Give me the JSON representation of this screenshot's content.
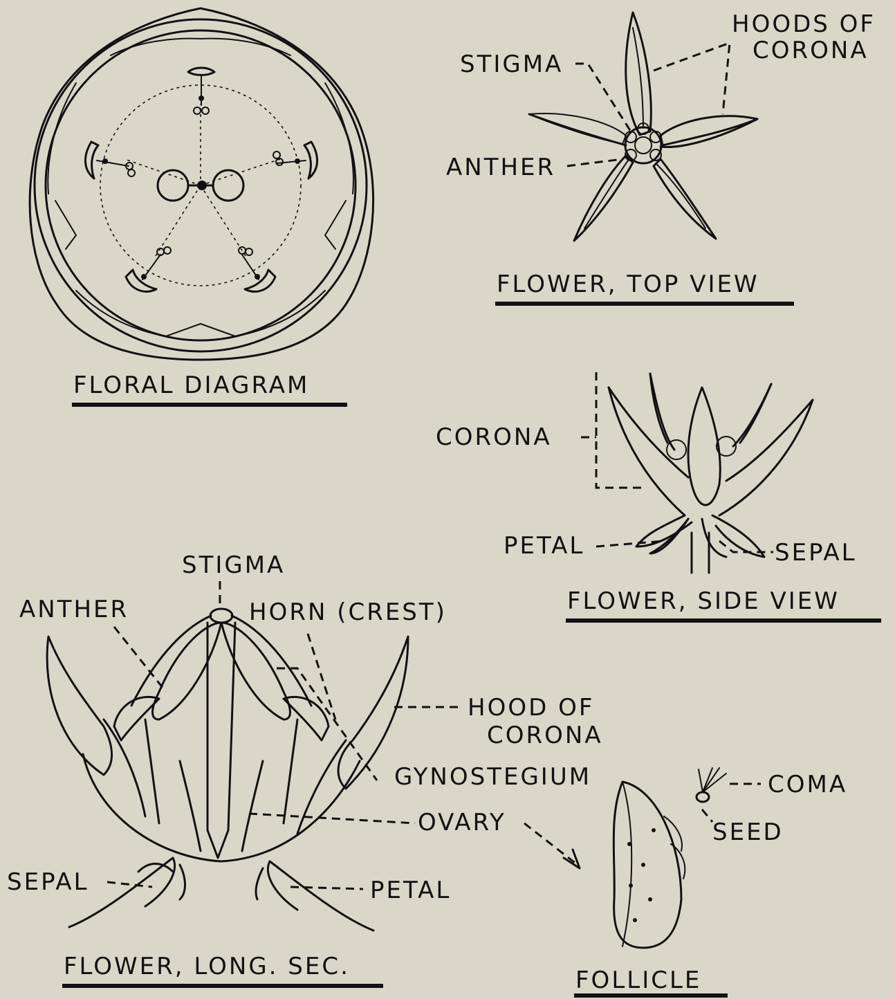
{
  "colors": {
    "background": "#d9d8c8",
    "ink": "#111111"
  },
  "figures": {
    "floral_diagram": {
      "caption": "FLORAL DIAGRAM"
    },
    "top_view": {
      "caption": "FLOWER, TOP VIEW",
      "labels": {
        "stigma": "STIGMA",
        "hoods_line1": "HOODS OF",
        "hoods_line2": "CORONA",
        "anther": "ANTHER"
      }
    },
    "side_view": {
      "caption": "FLOWER, SIDE VIEW",
      "labels": {
        "corona": "CORONA",
        "petal": "PETAL",
        "sepal": "SEPAL"
      }
    },
    "long_section": {
      "caption": "FLOWER, LONG. SEC.",
      "labels": {
        "stigma": "STIGMA",
        "anther": "ANTHER",
        "horn": "HORN (CREST)",
        "hood_line1": "HOOD OF",
        "hood_line2": "CORONA",
        "gynostegium": "GYNOSTEGIUM",
        "ovary": "OVARY",
        "sepal": "SEPAL",
        "petal": "PETAL"
      }
    },
    "follicle": {
      "caption": "FOLLICLE",
      "labels": {
        "coma": "COMA",
        "seed": "SEED"
      }
    }
  }
}
